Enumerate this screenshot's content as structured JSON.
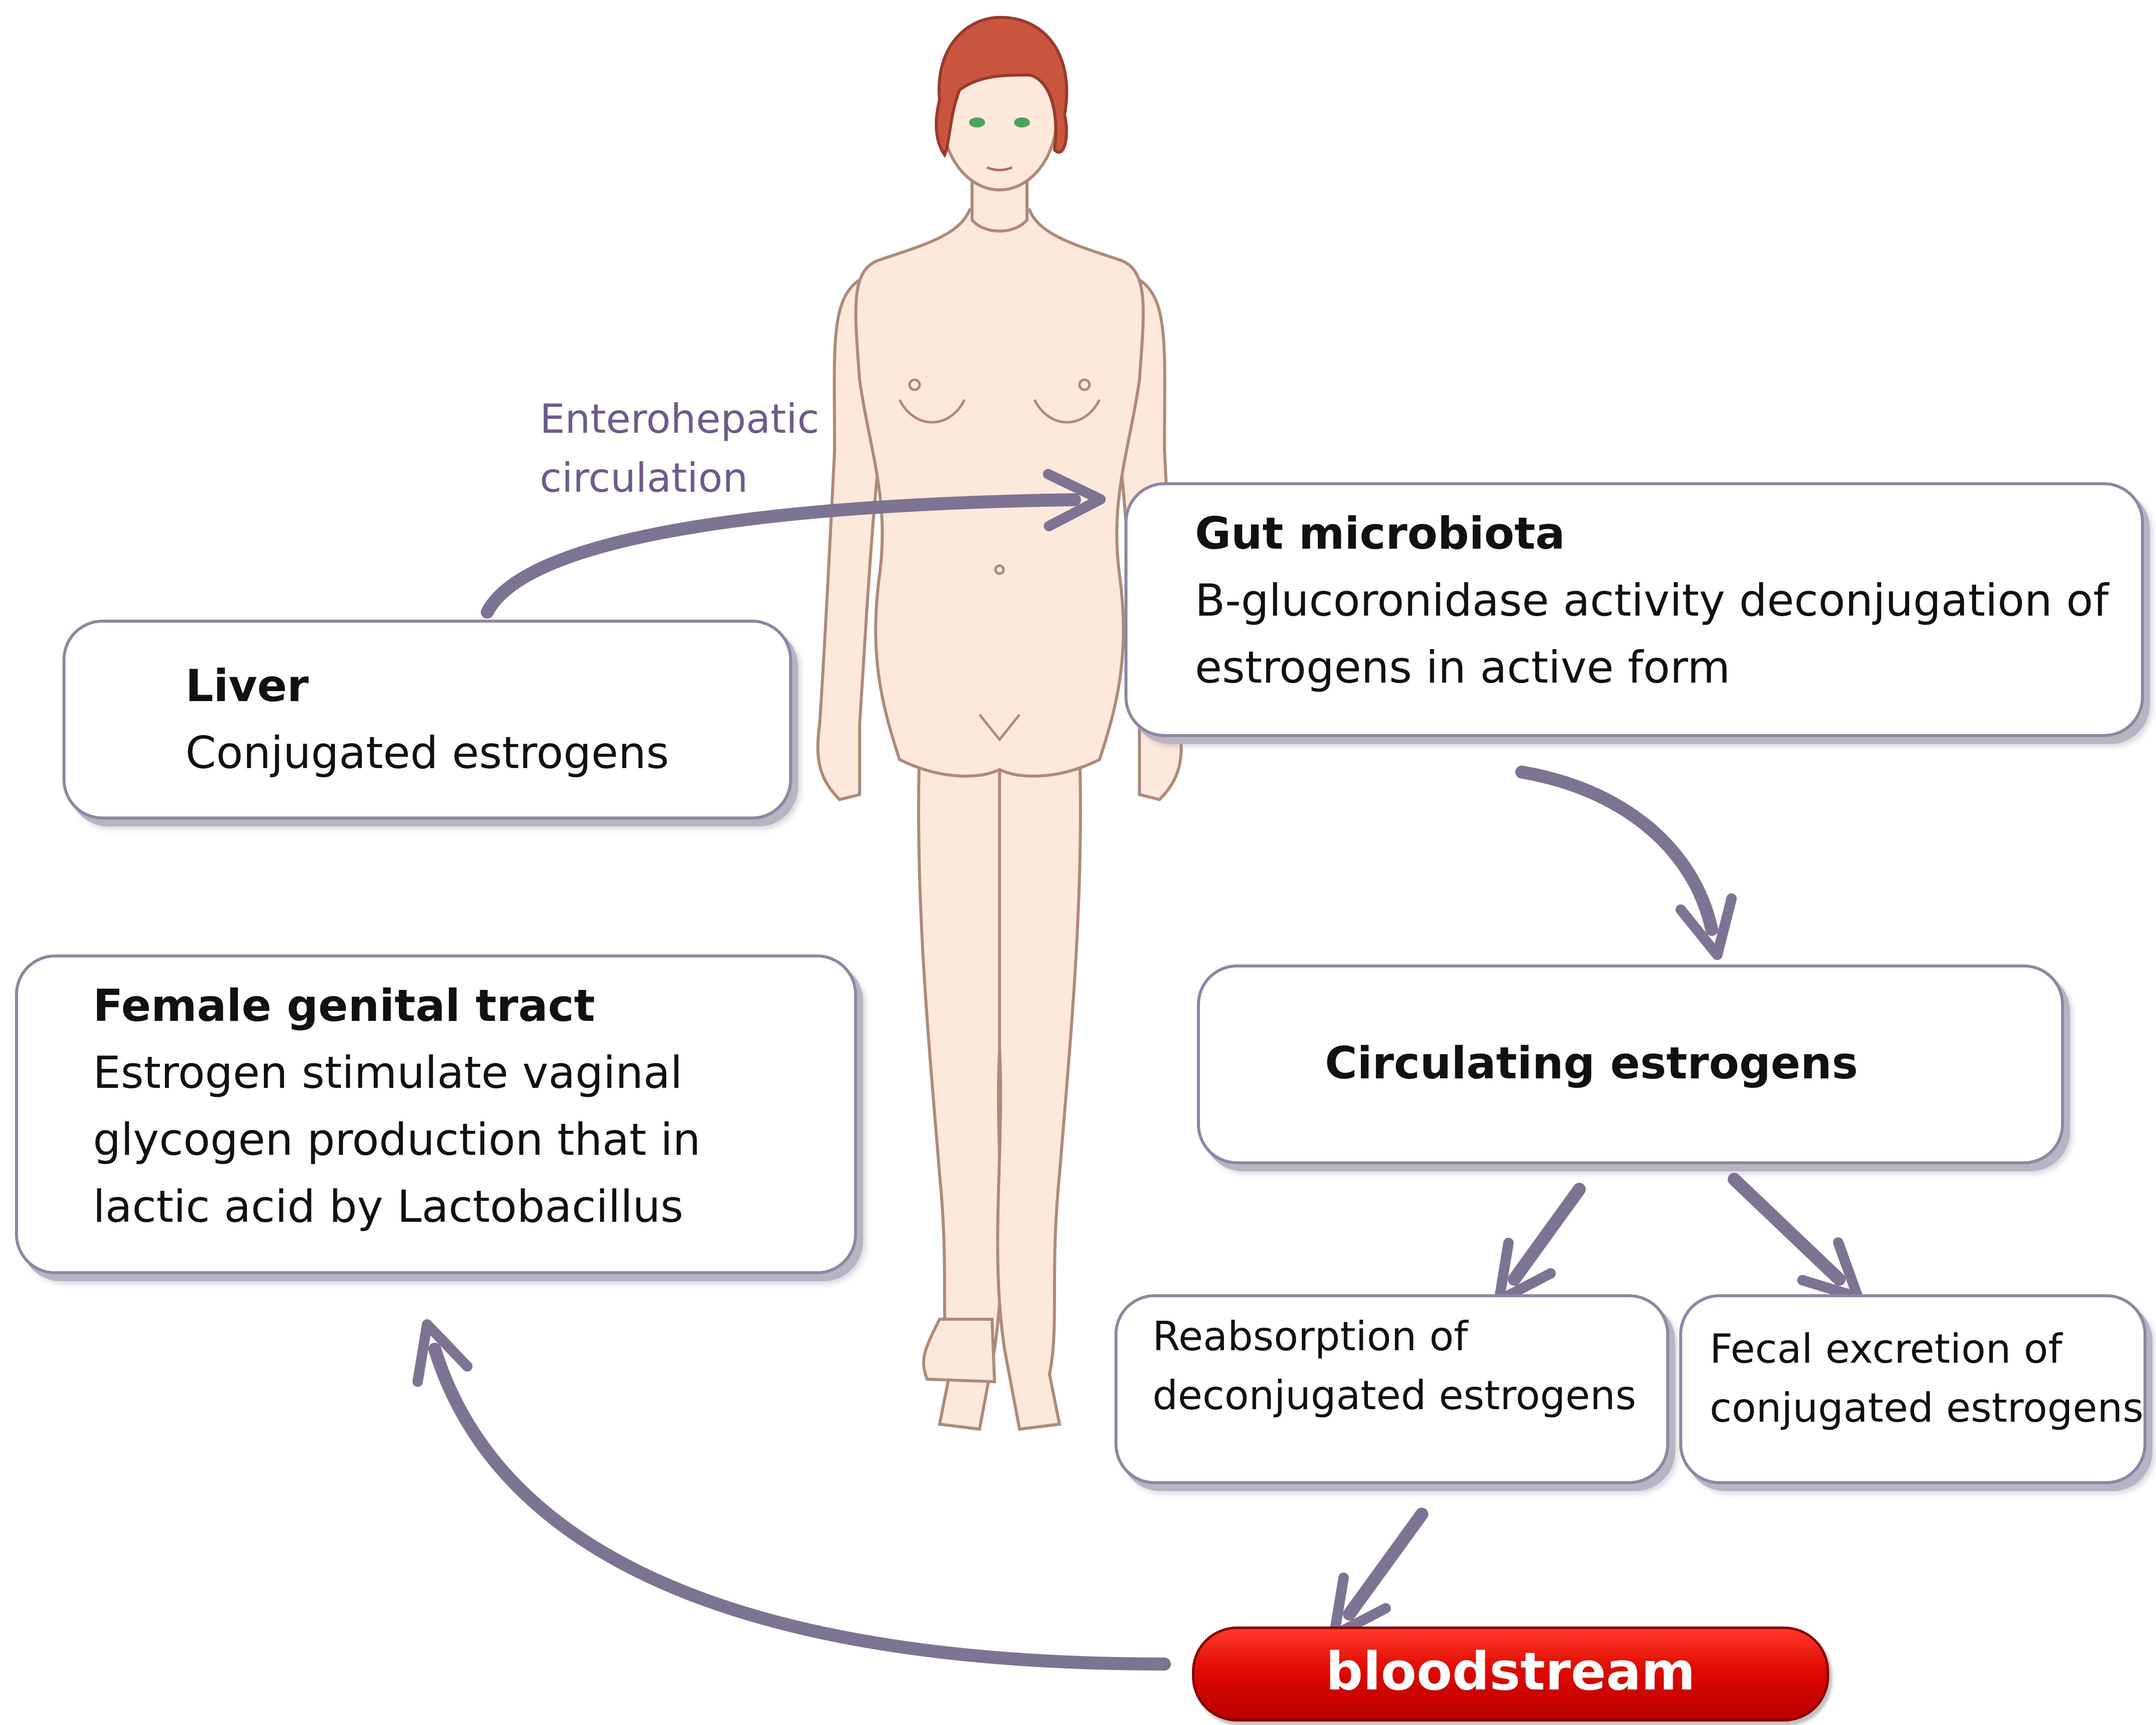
{
  "enterohepatic": {
    "line1": "Enterohepatic",
    "line2": "circulation"
  },
  "liver": {
    "title": "Liver",
    "text": "Conjugated estrogens"
  },
  "gut": {
    "title": "Gut microbiota",
    "line1": "B-glucoronidase activity deconjugation of",
    "line2": "estrogens in active form"
  },
  "circulating": {
    "title": "Circulating estrogens"
  },
  "genital": {
    "title": "Female genital tract",
    "line1": "Estrogen stimulate vaginal",
    "line2": "glycogen production that in",
    "line3": "lactic acid by Lactobacillus"
  },
  "reabsorption": {
    "line1": "Reabsorption of",
    "line2": "deconjugated estrogens"
  },
  "fecal": {
    "line1": "Fecal excretion of",
    "line2": "conjugated estrogens"
  },
  "bloodstream": {
    "label": "bloodstream"
  },
  "colors": {
    "box_border": "#8f86a3",
    "arrow": "#7d7494",
    "bloodstream": "#e00a00",
    "label_purple": "#6f5a8e",
    "skin": "#fde8dc",
    "hair": "#c9553f"
  }
}
